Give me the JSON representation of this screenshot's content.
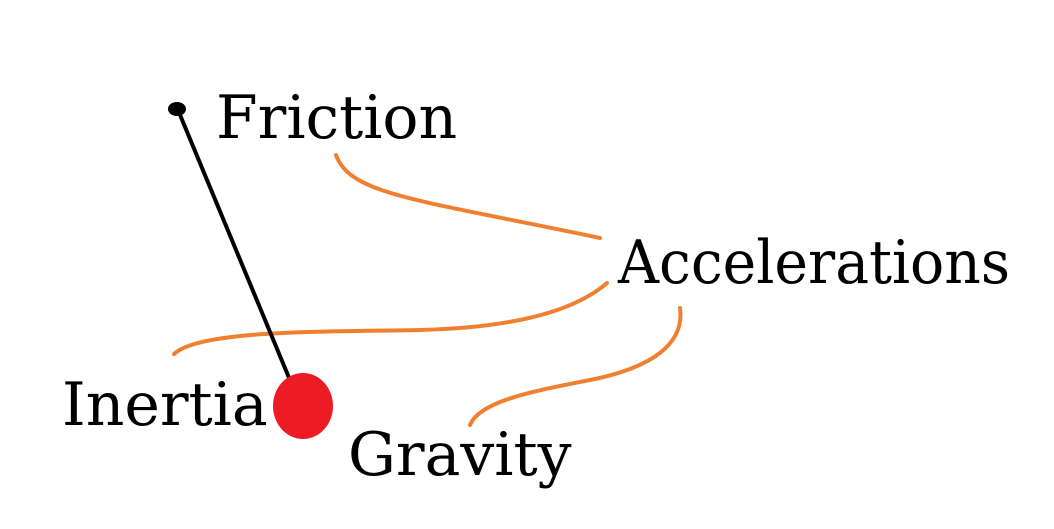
{
  "labels": {
    "friction": "Friction",
    "accelerations": "Accelerations",
    "inertia": "Inertia",
    "gravity": "Gravity"
  },
  "colors": {
    "connector": "#f08030",
    "pendulum_string": "#000000",
    "pivot": "#000000",
    "bob": "#ed1c24"
  }
}
